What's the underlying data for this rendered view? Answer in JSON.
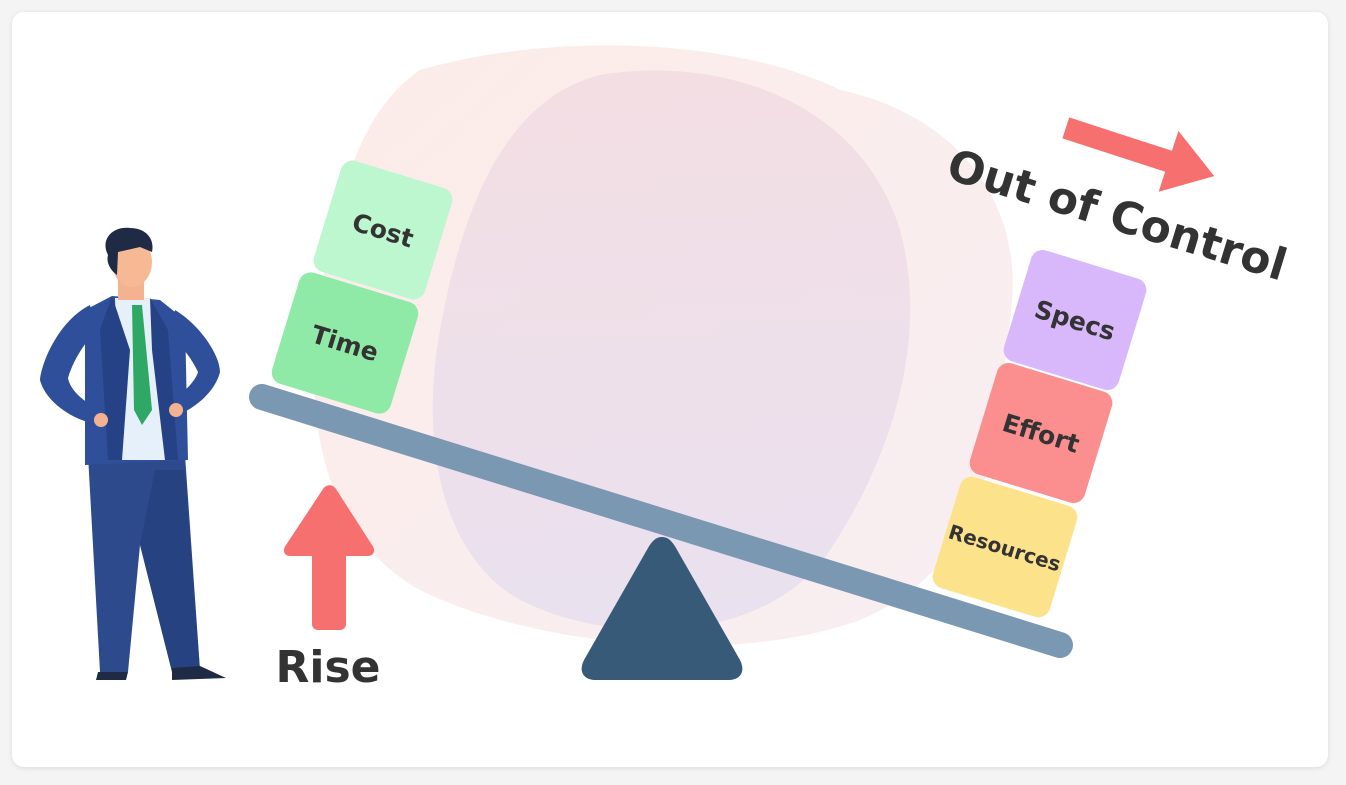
{
  "boxes": {
    "cost": "Cost",
    "time": "Time",
    "specs": "Specs",
    "effort": "Effort",
    "resources": "Resources"
  },
  "labels": {
    "rise": "Rise",
    "out_of_control": "Out of Control"
  },
  "colors": {
    "cost": "#bdf7d0",
    "time": "#8eeaa6",
    "specs": "#d8b8fb",
    "effort": "#fb8f8f",
    "resources": "#fde28c",
    "arrow": "#f77070",
    "beam": "#7b98b3",
    "fulcrum": "#365a78",
    "text": "#333333"
  },
  "icons": [
    "businessman-icon",
    "rise-arrow-icon",
    "out-of-control-arrow-icon"
  ]
}
